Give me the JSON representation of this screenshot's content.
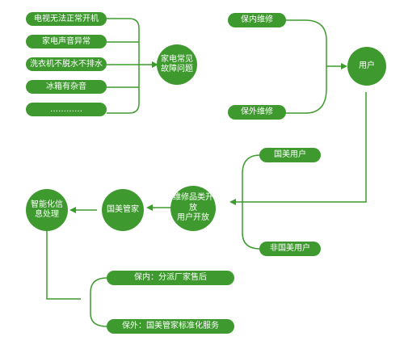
{
  "faults": {
    "items": [
      "电视无法正常开机",
      "家电声音异常",
      "洗衣机不脱水不排水",
      "冰箱有杂音",
      "…………"
    ],
    "hub": [
      "家电常见",
      "故障问题"
    ]
  },
  "service": {
    "in_warranty": "保内维修",
    "out_warranty": "保外维修",
    "hub": "用户"
  },
  "users": {
    "gome_user": "国美用户",
    "non_gome_user": "非国美用户"
  },
  "flow": {
    "open": [
      "维修品类开放",
      "用户开放"
    ],
    "gome_steward": "国美管家",
    "smart": [
      "智能化信",
      "息处理"
    ]
  },
  "outcomes": {
    "in_warranty": "保内：分派厂家售后",
    "out_warranty": "保外：国美管家标准化服务"
  },
  "colors": {
    "green": "#3e9a2e"
  }
}
